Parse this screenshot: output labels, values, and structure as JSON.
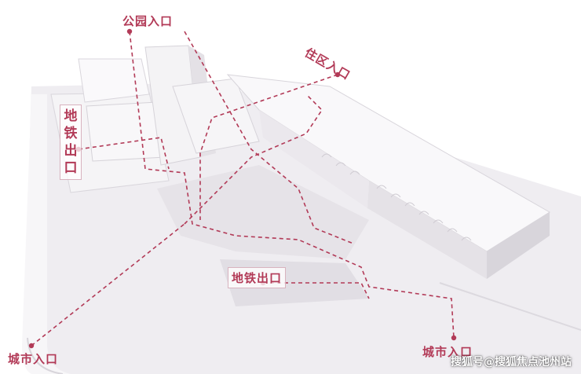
{
  "labels": {
    "park_entrance": "公园入口",
    "residential_entrance": "住区入口",
    "metro_exit_side": "地铁出口",
    "metro_exit_center": "地铁出口",
    "city_entrance_left": "城市入口",
    "city_entrance_right": "城市入口"
  },
  "watermark": "搜狐号@搜狐焦点池州站",
  "colors": {
    "route": "#b23a57",
    "building": "#f3f1f4",
    "building_shade": "#dedbe1",
    "ground": "#eceaee"
  }
}
